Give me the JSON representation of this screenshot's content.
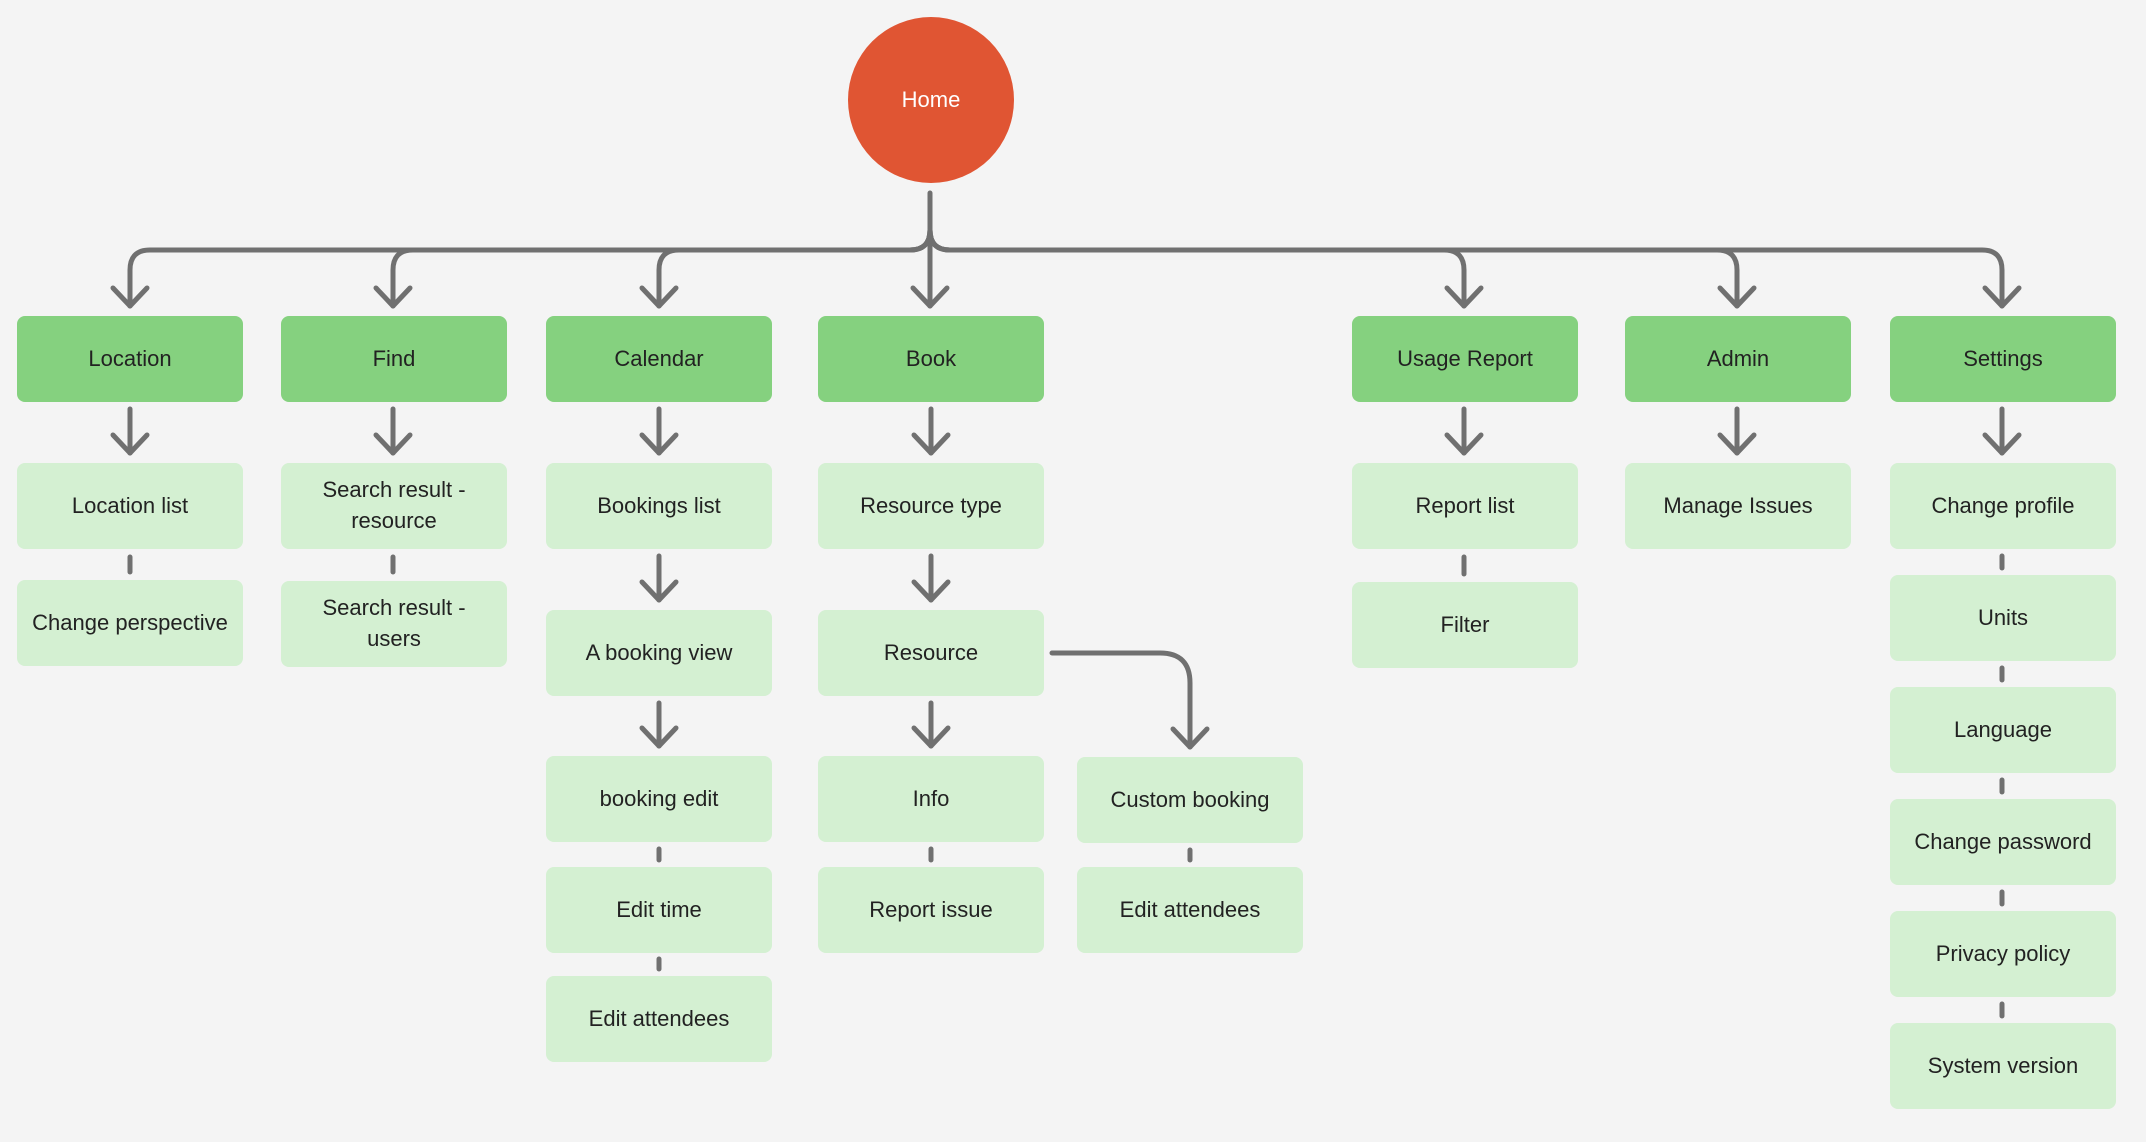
{
  "colors": {
    "background": "#f4f4f4",
    "home": "#e05533",
    "primary_node": "#85d17f",
    "secondary_node": "#d4f0d2",
    "connector": "#707070"
  },
  "home": {
    "label": "Home"
  },
  "branches": {
    "location": {
      "label": "Location",
      "items": [
        "Location list",
        "Change perspective"
      ]
    },
    "find": {
      "label": "Find",
      "items": [
        "Search result - resource",
        "Search result - users"
      ]
    },
    "calendar": {
      "label": "Calendar",
      "items": [
        "Bookings list",
        "A booking view",
        "booking edit",
        "Edit time",
        "Edit attendees"
      ]
    },
    "book": {
      "label": "Book",
      "items": [
        "Resource type",
        "Resource",
        "Info",
        "Report issue"
      ],
      "side_items": [
        "Custom booking",
        "Edit attendees"
      ]
    },
    "usage_report": {
      "label": "Usage Report",
      "items": [
        "Report list",
        "Filter"
      ]
    },
    "admin": {
      "label": "Admin",
      "items": [
        "Manage Issues"
      ]
    },
    "settings": {
      "label": "Settings",
      "items": [
        "Change profile",
        "Units",
        "Language",
        "Change password",
        "Privacy policy",
        "System version"
      ]
    }
  }
}
